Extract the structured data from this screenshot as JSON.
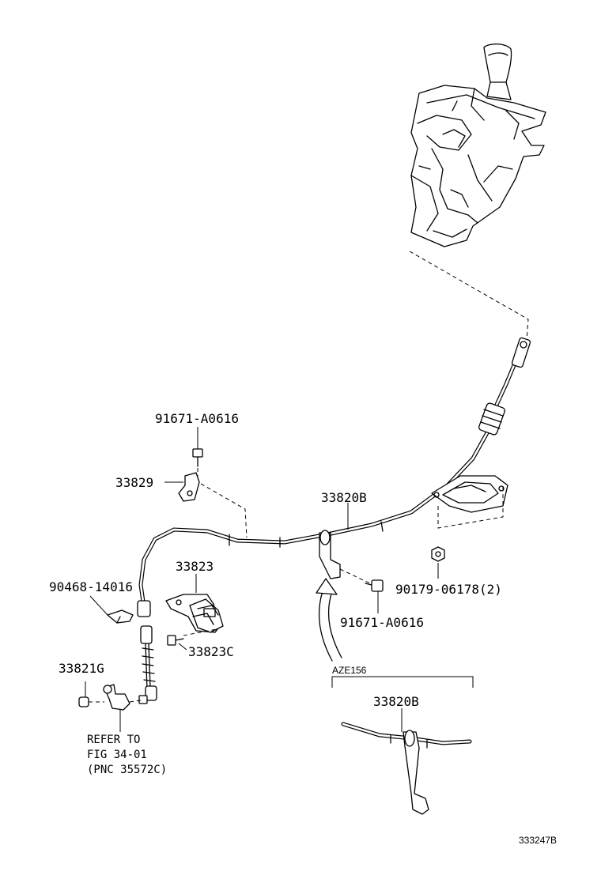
{
  "labels": {
    "bolt_top": "91671-A0616",
    "bracket_33829": "33829",
    "cable_33820B": "33820B",
    "clip_90468": "90468-14016",
    "retainer_33823": "33823",
    "screw_33823C": "33823C",
    "clip_33821G": "33821G",
    "refer_line1": "REFER TO",
    "refer_line2": "FIG 34-01",
    "refer_line3": "(PNC 35572C)",
    "bolt_lower": "91671-A0616",
    "nut_90179": "90179-06178(2)",
    "variant_tag": "AZE156",
    "variant_cable": "33820B",
    "figure_id": "333247B"
  }
}
